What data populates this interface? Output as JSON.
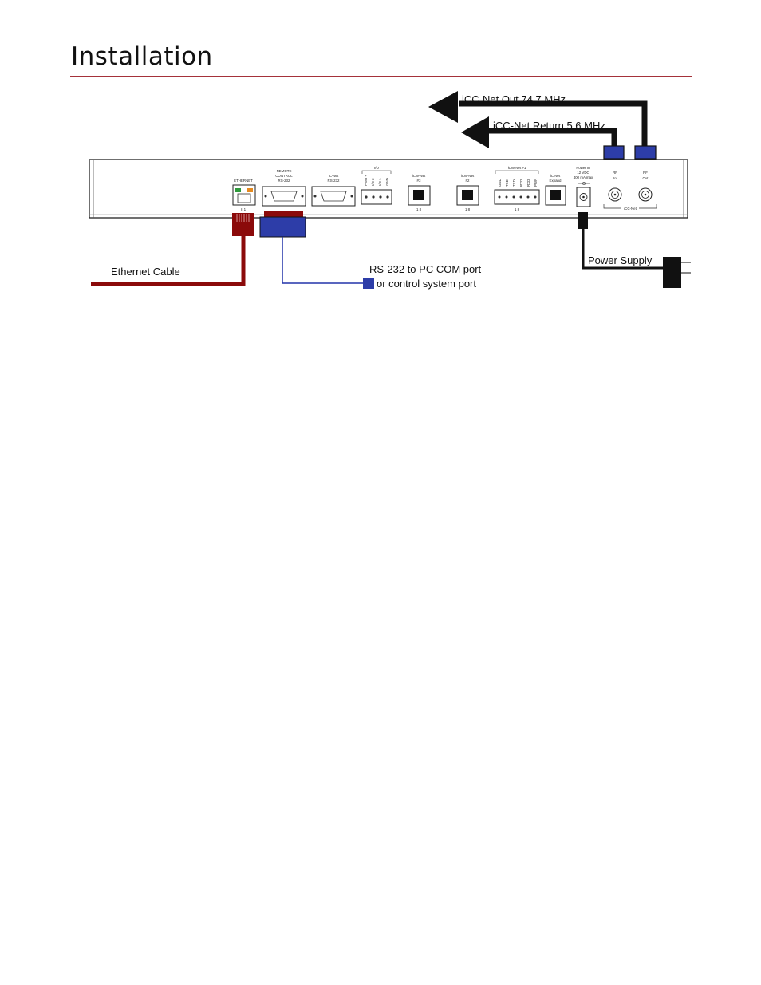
{
  "page": {
    "title": "Installation"
  },
  "callouts": {
    "icc_out": "iCC-Net Out 74.7 MHz",
    "icc_return": "iCC-Net Return 5.6 MHz",
    "ethernet_cable": "Ethernet Cable",
    "rs232_line1": "RS-232 to PC COM port",
    "rs232_line2": "or control system port",
    "power_supply": "Power Supply"
  },
  "panel_labels": {
    "ethernet": "ETHERNET",
    "ethernet_nums": "8    1",
    "remote_control_1": "REMOTE",
    "remote_control_2": "CONTROL",
    "remote_control_3": "RS-232",
    "icnet_rs232_1": "iC-Net",
    "icnet_rs232_2": "RS-232",
    "io": "I/O",
    "io_pins": [
      "PWR +",
      "I/O 2",
      "I/O 1",
      "GND"
    ],
    "icw3_1": "iCW-Net",
    "icw3_2": "#3",
    "icw3_nums": "1     8",
    "icw2_1": "iCW-Net",
    "icw2_2": "#2",
    "icw2_nums": "1     8",
    "icw1": "iCW-Net #1",
    "icw1_pins": [
      "GND",
      "TXD",
      "TXD",
      "RXD",
      "RXD",
      "PWR"
    ],
    "icw1_nums": "1                8",
    "expand_1": "iC-Net",
    "expand_2": "Expand",
    "power_1": "Power In",
    "power_2": "12 VDC",
    "power_3": "400 mA max",
    "rf_in_1": "RF",
    "rf_in_2": "In",
    "rf_out_1": "RF",
    "rf_out_2": "Out",
    "iccnet": "iCC-Net"
  },
  "colors": {
    "ethernet_cable": "#8b0a0a",
    "rs232_cable": "#2233aa",
    "connector_blue": "#2d3da8",
    "rule": "#a5323a",
    "black": "#111111"
  }
}
